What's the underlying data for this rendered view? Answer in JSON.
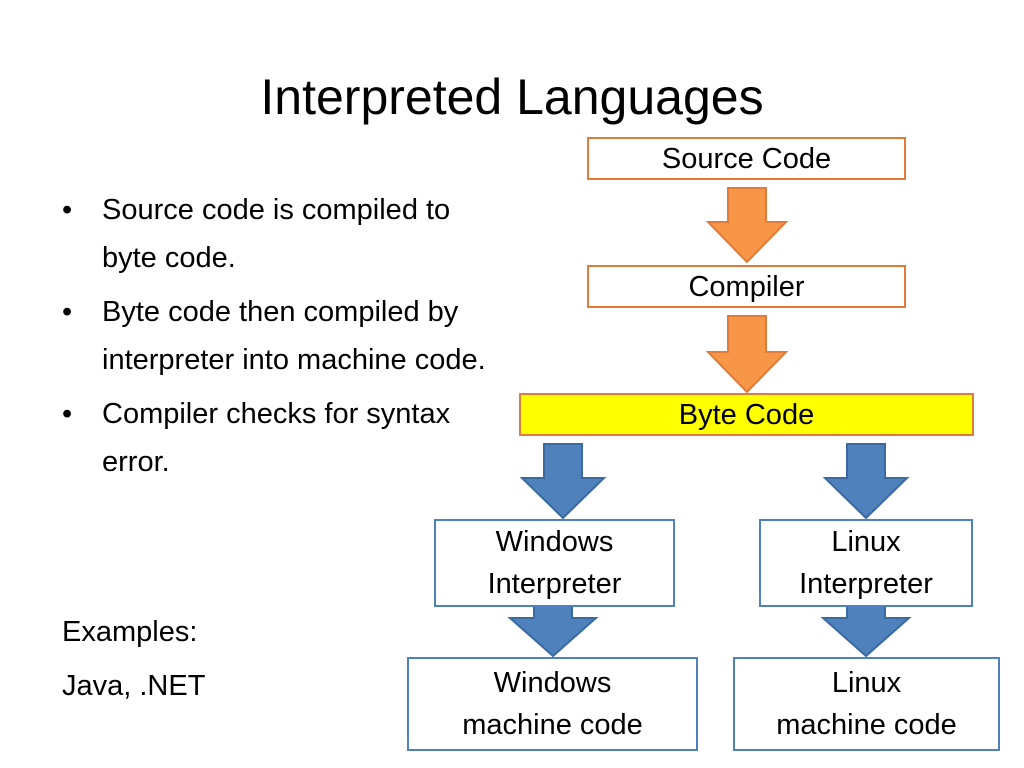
{
  "slide": {
    "title": "Interpreted Languages",
    "bullets": [
      "Source code is compiled to byte code.",
      "Byte code then compiled by interpreter into machine code.",
      "Compiler checks for syntax error."
    ],
    "examples_label": "Examples:",
    "examples_value": "Java, .NET"
  },
  "diagram": {
    "source_code": "Source Code",
    "compiler": "Compiler",
    "byte_code": "Byte Code",
    "windows_interpreter": [
      "Windows",
      "Interpreter"
    ],
    "linux_interpreter": [
      "Linux",
      "Interpreter"
    ],
    "windows_machine_code": [
      "Windows",
      "machine code"
    ],
    "linux_machine_code": [
      "Linux",
      "machine code"
    ]
  },
  "colors": {
    "orange_border": "#e07b39",
    "orange_arrow": "#f79646",
    "blue_border": "#4f81bd",
    "blue_arrow": "#4f81bd",
    "highlight": "#ffff00"
  }
}
